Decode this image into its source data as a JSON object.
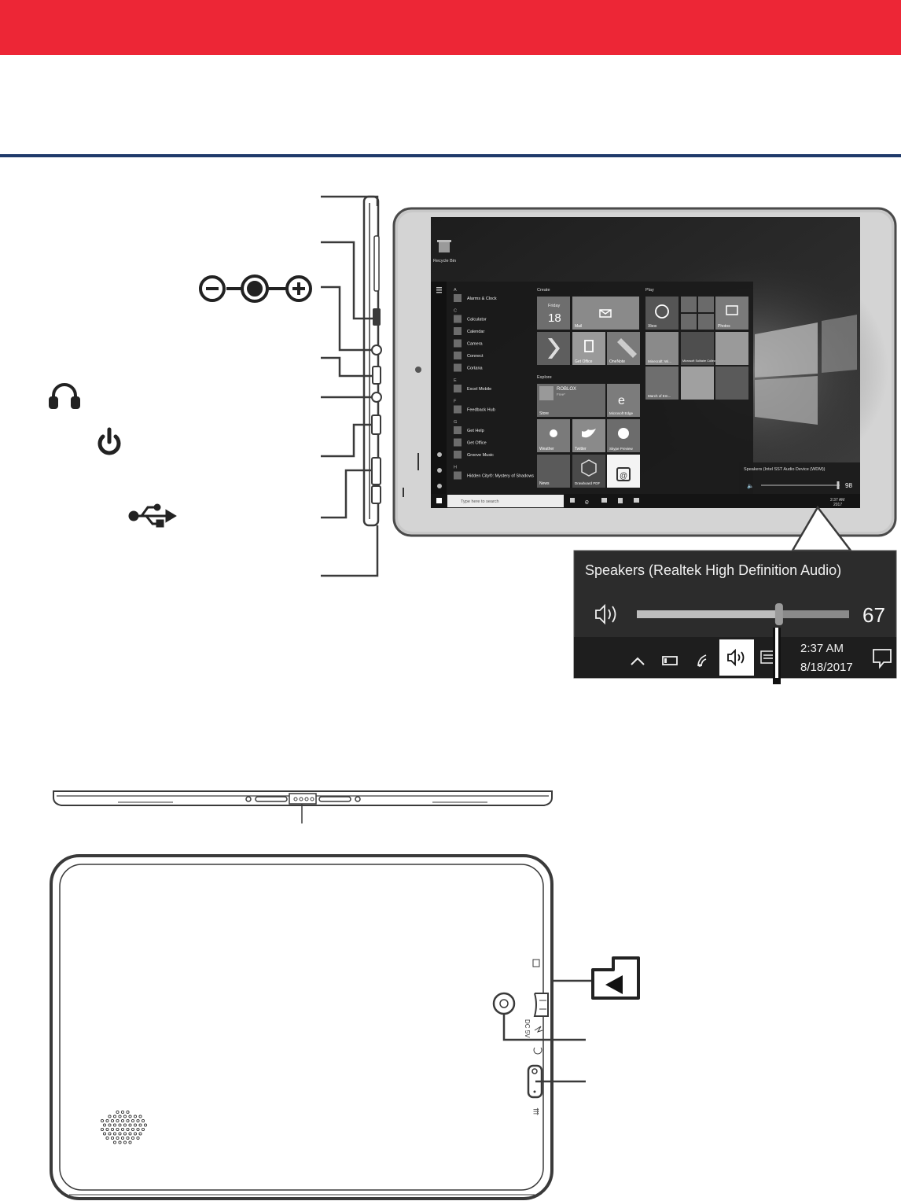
{
  "colors": {
    "header_band": "#ed2636",
    "header_rule": "#1f3a6b",
    "line": "#3a3a3a"
  },
  "screen": {
    "desktop_icon_label": "Recycle Bin",
    "start_groups": [
      "Create",
      "Play",
      "Explore"
    ],
    "app_list": [
      {
        "letter": "A",
        "name": "Alarms & Clock"
      },
      {
        "letter": "C",
        "name": "Calculator"
      },
      {
        "letter": "",
        "name": "Calendar"
      },
      {
        "letter": "",
        "name": "Camera"
      },
      {
        "letter": "",
        "name": "Connect"
      },
      {
        "letter": "",
        "name": "Cortana"
      },
      {
        "letter": "E",
        "name": "Excel Mobile"
      },
      {
        "letter": "F",
        "name": "Feedback Hub"
      },
      {
        "letter": "G",
        "name": "Get Help"
      },
      {
        "letter": "",
        "name": "Get Office"
      },
      {
        "letter": "",
        "name": "Groove Music"
      },
      {
        "letter": "H",
        "name": "Hidden City®: Mystery of Shadows"
      }
    ],
    "tiles_create": [
      "Friday",
      "18",
      "Mail",
      "Get Office",
      "OneNote"
    ],
    "tiles_play": [
      "Xbox",
      "Photos",
      "Minecraft: Wi...",
      "Microsoft Solitaire Collection",
      "March of Em..."
    ],
    "tiles_explore": [
      "ROBLOX",
      "Free*",
      "Store",
      "Microsoft Edge",
      "Weather",
      "Twitter",
      "Skype Preview",
      "News",
      "Drawboard PDF"
    ],
    "search_placeholder": "Type here to search",
    "volume_popup_small": {
      "device": "Speakers (Intel SST Audio Device (WDM))",
      "level": 98
    },
    "tray_time_small": "2:37 AM",
    "tray_date_small": "2017"
  },
  "zoom_volume": {
    "device": "Speakers (Realtek High Definition Audio)",
    "level": 67,
    "level_label": "67",
    "time": "2:37 AM",
    "date": "8/18/2017"
  },
  "icons": {
    "dc_polarity": [
      "minus-circle-icon",
      "center-dot-icon",
      "plus-circle-icon"
    ],
    "headphone": "headphones-icon",
    "power": "power-icon",
    "usb": "usb-icon",
    "sd_card": "micro-sd-card-icon"
  }
}
